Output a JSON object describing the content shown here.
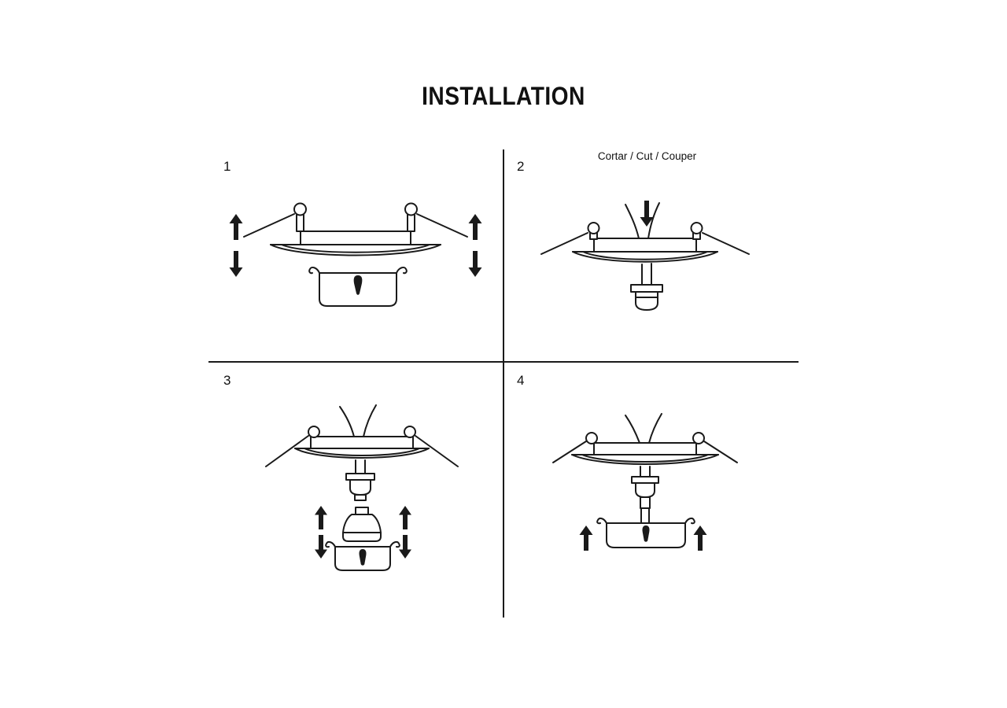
{
  "title": "INSTALLATION",
  "steps": [
    {
      "number": "1"
    },
    {
      "number": "2",
      "label": "Cortar / Cut / Couper"
    },
    {
      "number": "3"
    },
    {
      "number": "4"
    }
  ],
  "colors": {
    "background": "#ffffff",
    "line": "#1a1a1a",
    "text": "#111111"
  },
  "icons": {
    "up_arrow": "up-arrow-icon",
    "down_arrow": "down-arrow-icon",
    "cut_down_arrow": "cut-down-arrow-icon"
  }
}
